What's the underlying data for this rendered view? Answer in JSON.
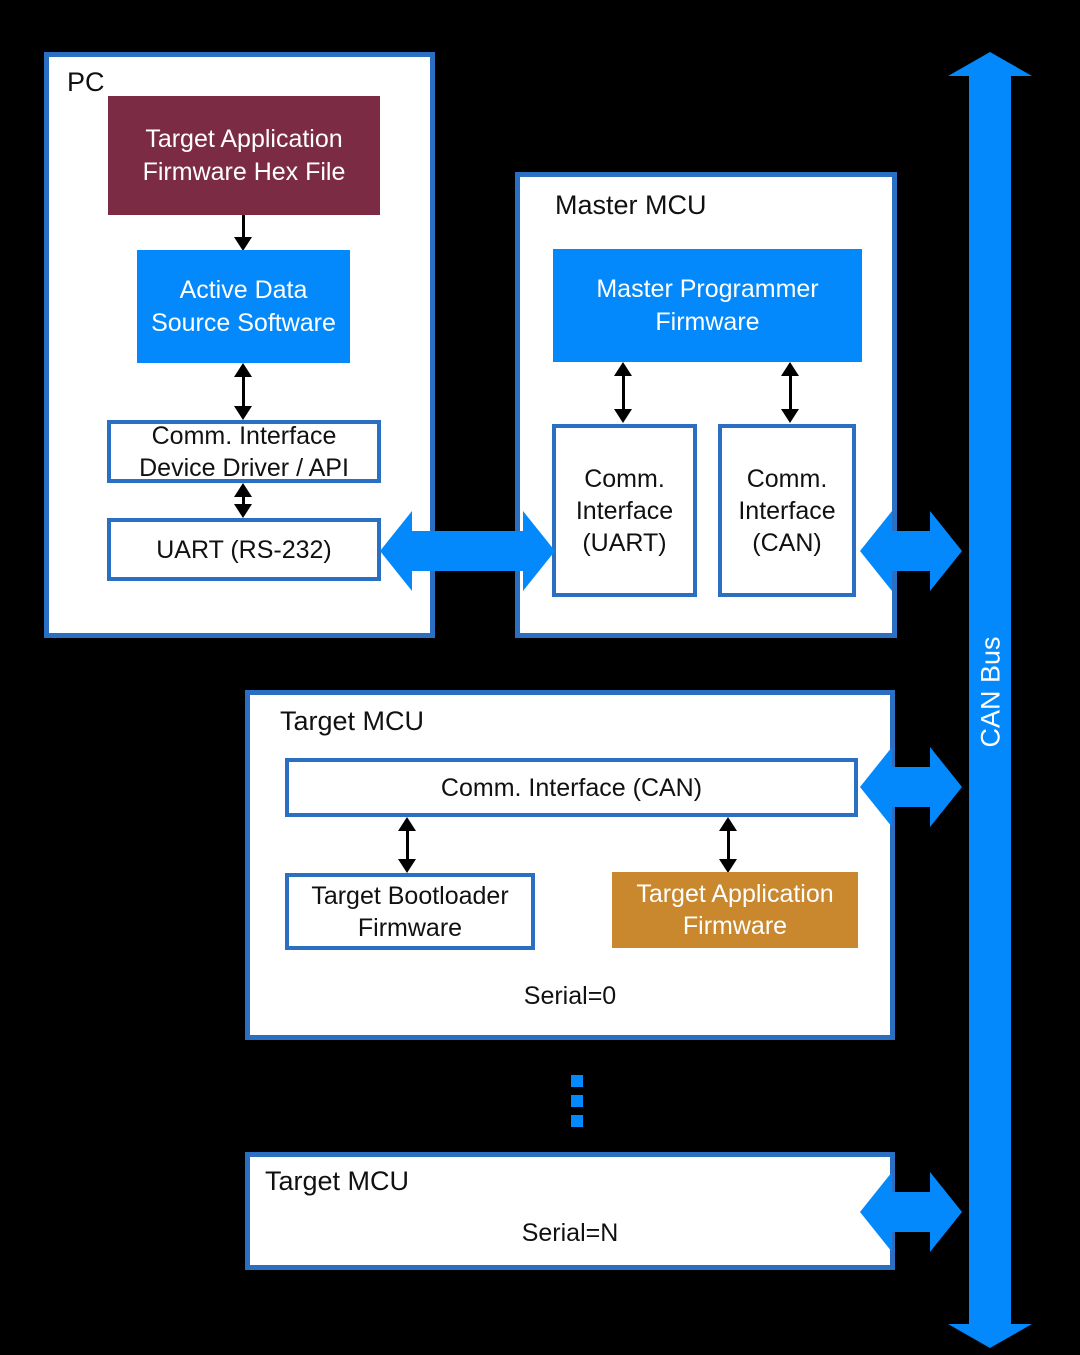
{
  "diagram": {
    "pc": {
      "label": "PC",
      "hex_file": "Target Application\nFirmware Hex File",
      "data_source": "Active Data\nSource Software",
      "comm_driver": "Comm. Interface\nDevice Driver / API",
      "uart": "UART (RS-232)"
    },
    "master_mcu": {
      "label": "Master MCU",
      "programmer": "Master Programmer\nFirmware",
      "comm_uart": "Comm.\nInterface\n(UART)",
      "comm_can": "Comm.\nInterface\n(CAN)"
    },
    "target_mcu_0": {
      "label": "Target MCU",
      "comm_can": "Comm. Interface (CAN)",
      "bootloader": "Target Bootloader\nFirmware",
      "application": "Target Application\nFirmware",
      "serial": "Serial=0"
    },
    "target_mcu_n": {
      "label": "Target MCU",
      "serial": "Serial=N"
    },
    "bus": {
      "label": "CAN Bus"
    }
  },
  "colors": {
    "background": "#000000",
    "box_border": "#2a6fc2",
    "accent_blue": "#0389fc",
    "maroon": "#7c2b45",
    "orange": "#c9882e",
    "arrow_black": "#000000"
  }
}
